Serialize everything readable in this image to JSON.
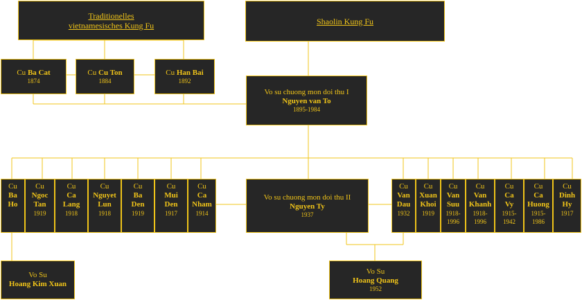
{
  "headers": {
    "vietnamese": [
      "Traditionelles",
      "vietnamesisches Kung Fu"
    ],
    "shaolin": "Shaolin Kung Fu"
  },
  "founders": [
    {
      "prefix": "Cu",
      "name": "Ba Cat",
      "year": "1874"
    },
    {
      "prefix": "Cu",
      "name": "Cu Ton",
      "year": "1884"
    },
    {
      "prefix": "Cu",
      "name": "Han Bai",
      "year": "1892"
    }
  ],
  "master1": {
    "title": "Vo su chuong mon doi thu  I",
    "name": "Nguyen van To",
    "years": "1895-1984"
  },
  "master2": {
    "title": "Vo su chuong mon doi thu  II",
    "name": "Nguyen Ty",
    "years": "1937"
  },
  "students_left": [
    {
      "prefix": "Cu",
      "name_lines": [
        "Ba",
        "Ho"
      ],
      "year": ""
    },
    {
      "prefix": "Cu",
      "name_lines": [
        "Ngoc",
        "Tan"
      ],
      "year": "1919"
    },
    {
      "prefix": "Cu",
      "name_lines": [
        "Ca",
        "Lang"
      ],
      "year": "1918"
    },
    {
      "prefix": "Cu",
      "name_lines": [
        "Nguyet",
        "Lun"
      ],
      "year": "1918"
    },
    {
      "prefix": "Cu",
      "name_lines": [
        "Ba",
        "Den"
      ],
      "year": "1919"
    },
    {
      "prefix": "Cu",
      "name_lines": [
        "Mui",
        "Den"
      ],
      "year": "1917"
    },
    {
      "prefix": "Cu",
      "name_lines": [
        "Ca",
        "Nham"
      ],
      "year": "1914"
    }
  ],
  "students_right": [
    {
      "prefix": "Cu",
      "name_lines": [
        "Van",
        "Dau"
      ],
      "year_lines": [
        "1932"
      ]
    },
    {
      "prefix": "Cu",
      "name_lines": [
        "Xuan",
        "Khoi"
      ],
      "year_lines": [
        "1919"
      ]
    },
    {
      "prefix": "Cu",
      "name_lines": [
        "Van",
        "Suu"
      ],
      "year_lines": [
        "1918-",
        "1996"
      ]
    },
    {
      "prefix": "Cu",
      "name_lines": [
        "Van",
        "Khanh"
      ],
      "year_lines": [
        "1918-",
        "1996"
      ]
    },
    {
      "prefix": "Cu",
      "name_lines": [
        "Ca",
        "Vy"
      ],
      "year_lines": [
        "1915-",
        "1942"
      ]
    },
    {
      "prefix": "Cu",
      "name_lines": [
        "Ca",
        "Huong"
      ],
      "year_lines": [
        "1915-",
        "1986"
      ]
    },
    {
      "prefix": "Cu",
      "name_lines": [
        "Dinh",
        "Hy"
      ],
      "year_lines": [
        "1917"
      ]
    }
  ],
  "vosu_left": {
    "title": "Vo Su",
    "name": "Hoang Kim Xuan"
  },
  "vosu_right": {
    "title": "Vo Su",
    "name": "Hoang Quang",
    "year": "1952"
  },
  "colors": {
    "background": "#262626",
    "accent": "#f0c419",
    "page": "#ffffff"
  }
}
